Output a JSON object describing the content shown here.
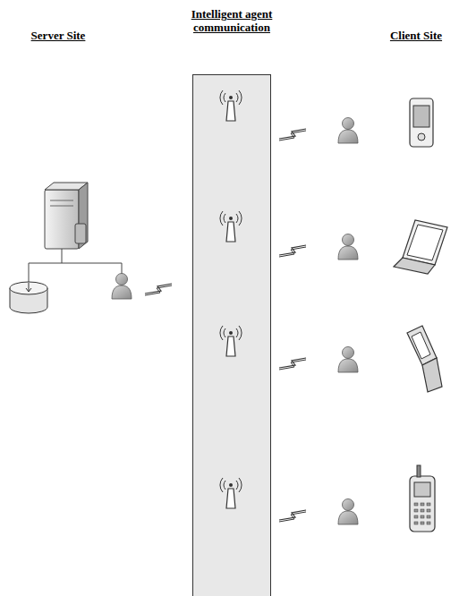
{
  "diagram": {
    "nodes": [
      {
        "text": [
          "Intelligent agent communication"
        ]
      }
    ],
    "labels": [
      "Server Site",
      "Client Site"
    ]
  }
}
